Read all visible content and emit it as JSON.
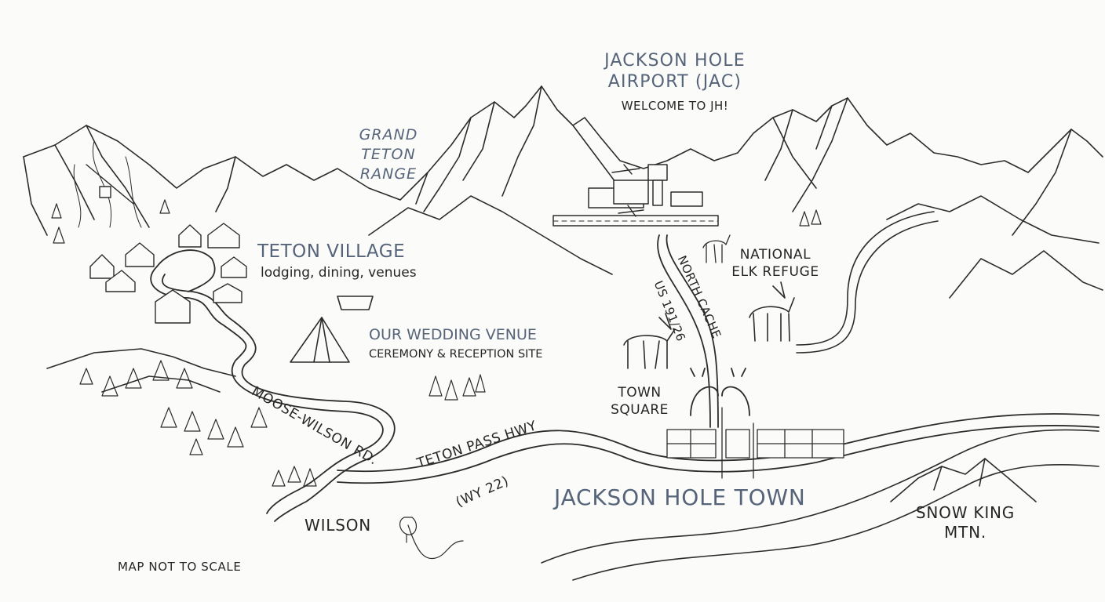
{
  "airport": {
    "name_line1": "JACKSON HOLE",
    "name_line2": "AIRPORT (JAC)",
    "welcome": "WELCOME TO JH!"
  },
  "range": {
    "line1": "GRAND",
    "line2": "TETON",
    "line3": "RANGE"
  },
  "teton_village": {
    "name": "TETON VILLAGE",
    "sub": "lodging, dining, venues"
  },
  "venue": {
    "name": "OUR WEDDING VENUE",
    "sub": "CEREMONY & RECEPTION SITE"
  },
  "refuge": {
    "line1": "NATIONAL",
    "line2": "ELK REFUGE"
  },
  "town_square": {
    "line1": "TOWN",
    "line2": "SQUARE"
  },
  "town": "JACKSON HOLE TOWN",
  "wilson": "WILSON",
  "snow_king": {
    "line1": "SNOW KING",
    "line2": "MTN."
  },
  "roads": {
    "moose_wilson": "MOOSE-WILSON RD.",
    "teton_pass": "TETON PASS HWY",
    "wy22": "(WY 22)",
    "us_191": "US 191/26",
    "north_cache": "NORTH CACHE"
  },
  "footer": {
    "scale_note": "MAP NOT TO SCALE"
  },
  "colors": {
    "ink": "#2c2c2c",
    "label_blue": "#56647a",
    "paper": "#fbfbf9"
  },
  "icons": [
    "mountain-icon",
    "gondola-icon",
    "cabin-icon",
    "tent-icon",
    "elk-icon",
    "antler-arch-icon",
    "airplane-icon",
    "control-tower-icon",
    "pine-tree-icon",
    "tree-icon"
  ]
}
